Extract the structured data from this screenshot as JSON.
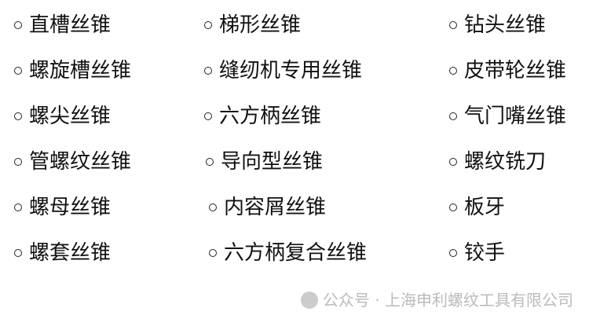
{
  "items": [
    [
      "直槽丝锥",
      "梯形丝锥",
      "钻头丝锥"
    ],
    [
      "螺旋槽丝锥",
      "缝纫机专用丝锥",
      "皮带轮丝锥"
    ],
    [
      "螺尖丝锥",
      "六方柄丝锥",
      "气门嘴丝锥"
    ],
    [
      "管螺纹丝锥",
      "导向型丝锥",
      "螺纹铣刀"
    ],
    [
      "螺母丝锥",
      "内容屑丝锥",
      "板牙"
    ],
    [
      "螺套丝锥",
      "六方柄复合丝锥",
      "铰手"
    ]
  ],
  "watermark": "公众号 · 上海申利螺纹工具有限公司"
}
